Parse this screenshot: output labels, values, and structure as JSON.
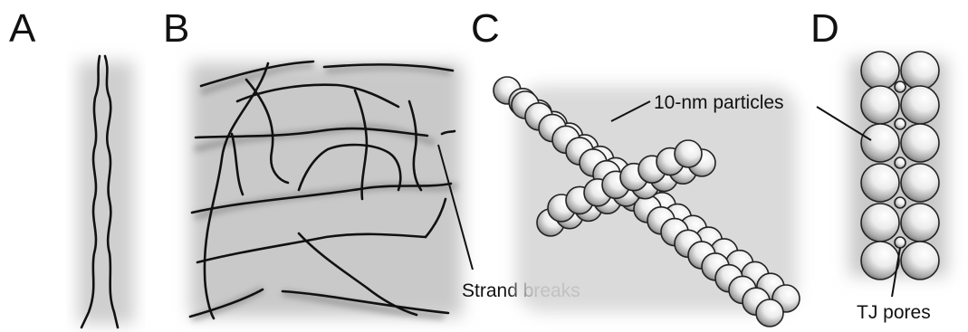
{
  "panels": {
    "a": {
      "letter": "A"
    },
    "b": {
      "letter": "B"
    },
    "c": {
      "letter": "C"
    },
    "d": {
      "letter": "D"
    }
  },
  "annotations": {
    "strand_breaks": "Strand breaks",
    "particles": "10-nm particles",
    "tj_pores": "TJ pores"
  },
  "colors": {
    "strand": "#111111",
    "membrane_shadow": "#c8c8c8",
    "particle_light": "#ffffff",
    "particle_dark": "#6a6a6a"
  }
}
